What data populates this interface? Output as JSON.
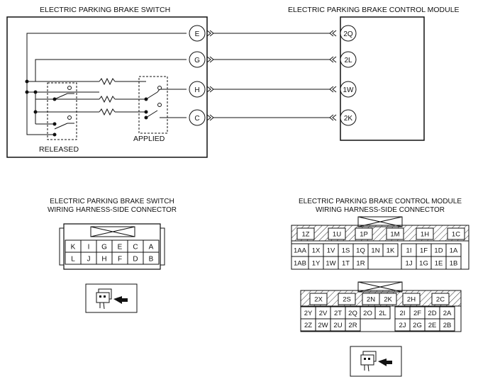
{
  "schematic": {
    "switch_title": "ELECTRIC PARKING BRAKE SWITCH",
    "module_title": "ELECTRIC PARKING BRAKE CONTROL MODULE",
    "released_label": "RELEASED",
    "applied_label": "APPLIED",
    "wires": [
      {
        "switch_pin": "E",
        "module_pin": "2Q"
      },
      {
        "switch_pin": "G",
        "module_pin": "2L"
      },
      {
        "switch_pin": "H",
        "module_pin": "1W"
      },
      {
        "switch_pin": "C",
        "module_pin": "2K"
      }
    ]
  },
  "switch_connector": {
    "title_line1": "ELECTRIC PARKING BRAKE SWITCH",
    "title_line2": "WIRING HARNESS-SIDE CONNECTOR",
    "row1": [
      "K",
      "I",
      "G",
      "E",
      "C",
      "A"
    ],
    "row2": [
      "L",
      "J",
      "H",
      "F",
      "D",
      "B"
    ]
  },
  "module_connector": {
    "title_line1": "ELECTRIC PARKING BRAKE CONTROL MODULE",
    "title_line2": "WIRING HARNESS-SIDE CONNECTOR",
    "upper": {
      "row0": [
        "1Z",
        "1U",
        "1P",
        "1M",
        "1H",
        "1C"
      ],
      "row1": [
        "1AA",
        "1X",
        "1V",
        "1S",
        "1Q",
        "1N",
        "1K",
        "1I",
        "1F",
        "1D",
        "1A"
      ],
      "row2": [
        "1AB",
        "1Y",
        "1W",
        "1T",
        "1R",
        "1J",
        "1G",
        "1E",
        "1B"
      ]
    },
    "lower": {
      "row0": [
        "2X",
        "2S",
        "2N",
        "2K",
        "2H",
        "2C"
      ],
      "row1": [
        "2Y",
        "2V",
        "2T",
        "2Q",
        "2O",
        "2L",
        "2I",
        "2F",
        "2D",
        "2A"
      ],
      "row2": [
        "2Z",
        "2W",
        "2U",
        "2R",
        "2J",
        "2G",
        "2E",
        "2B"
      ]
    }
  }
}
